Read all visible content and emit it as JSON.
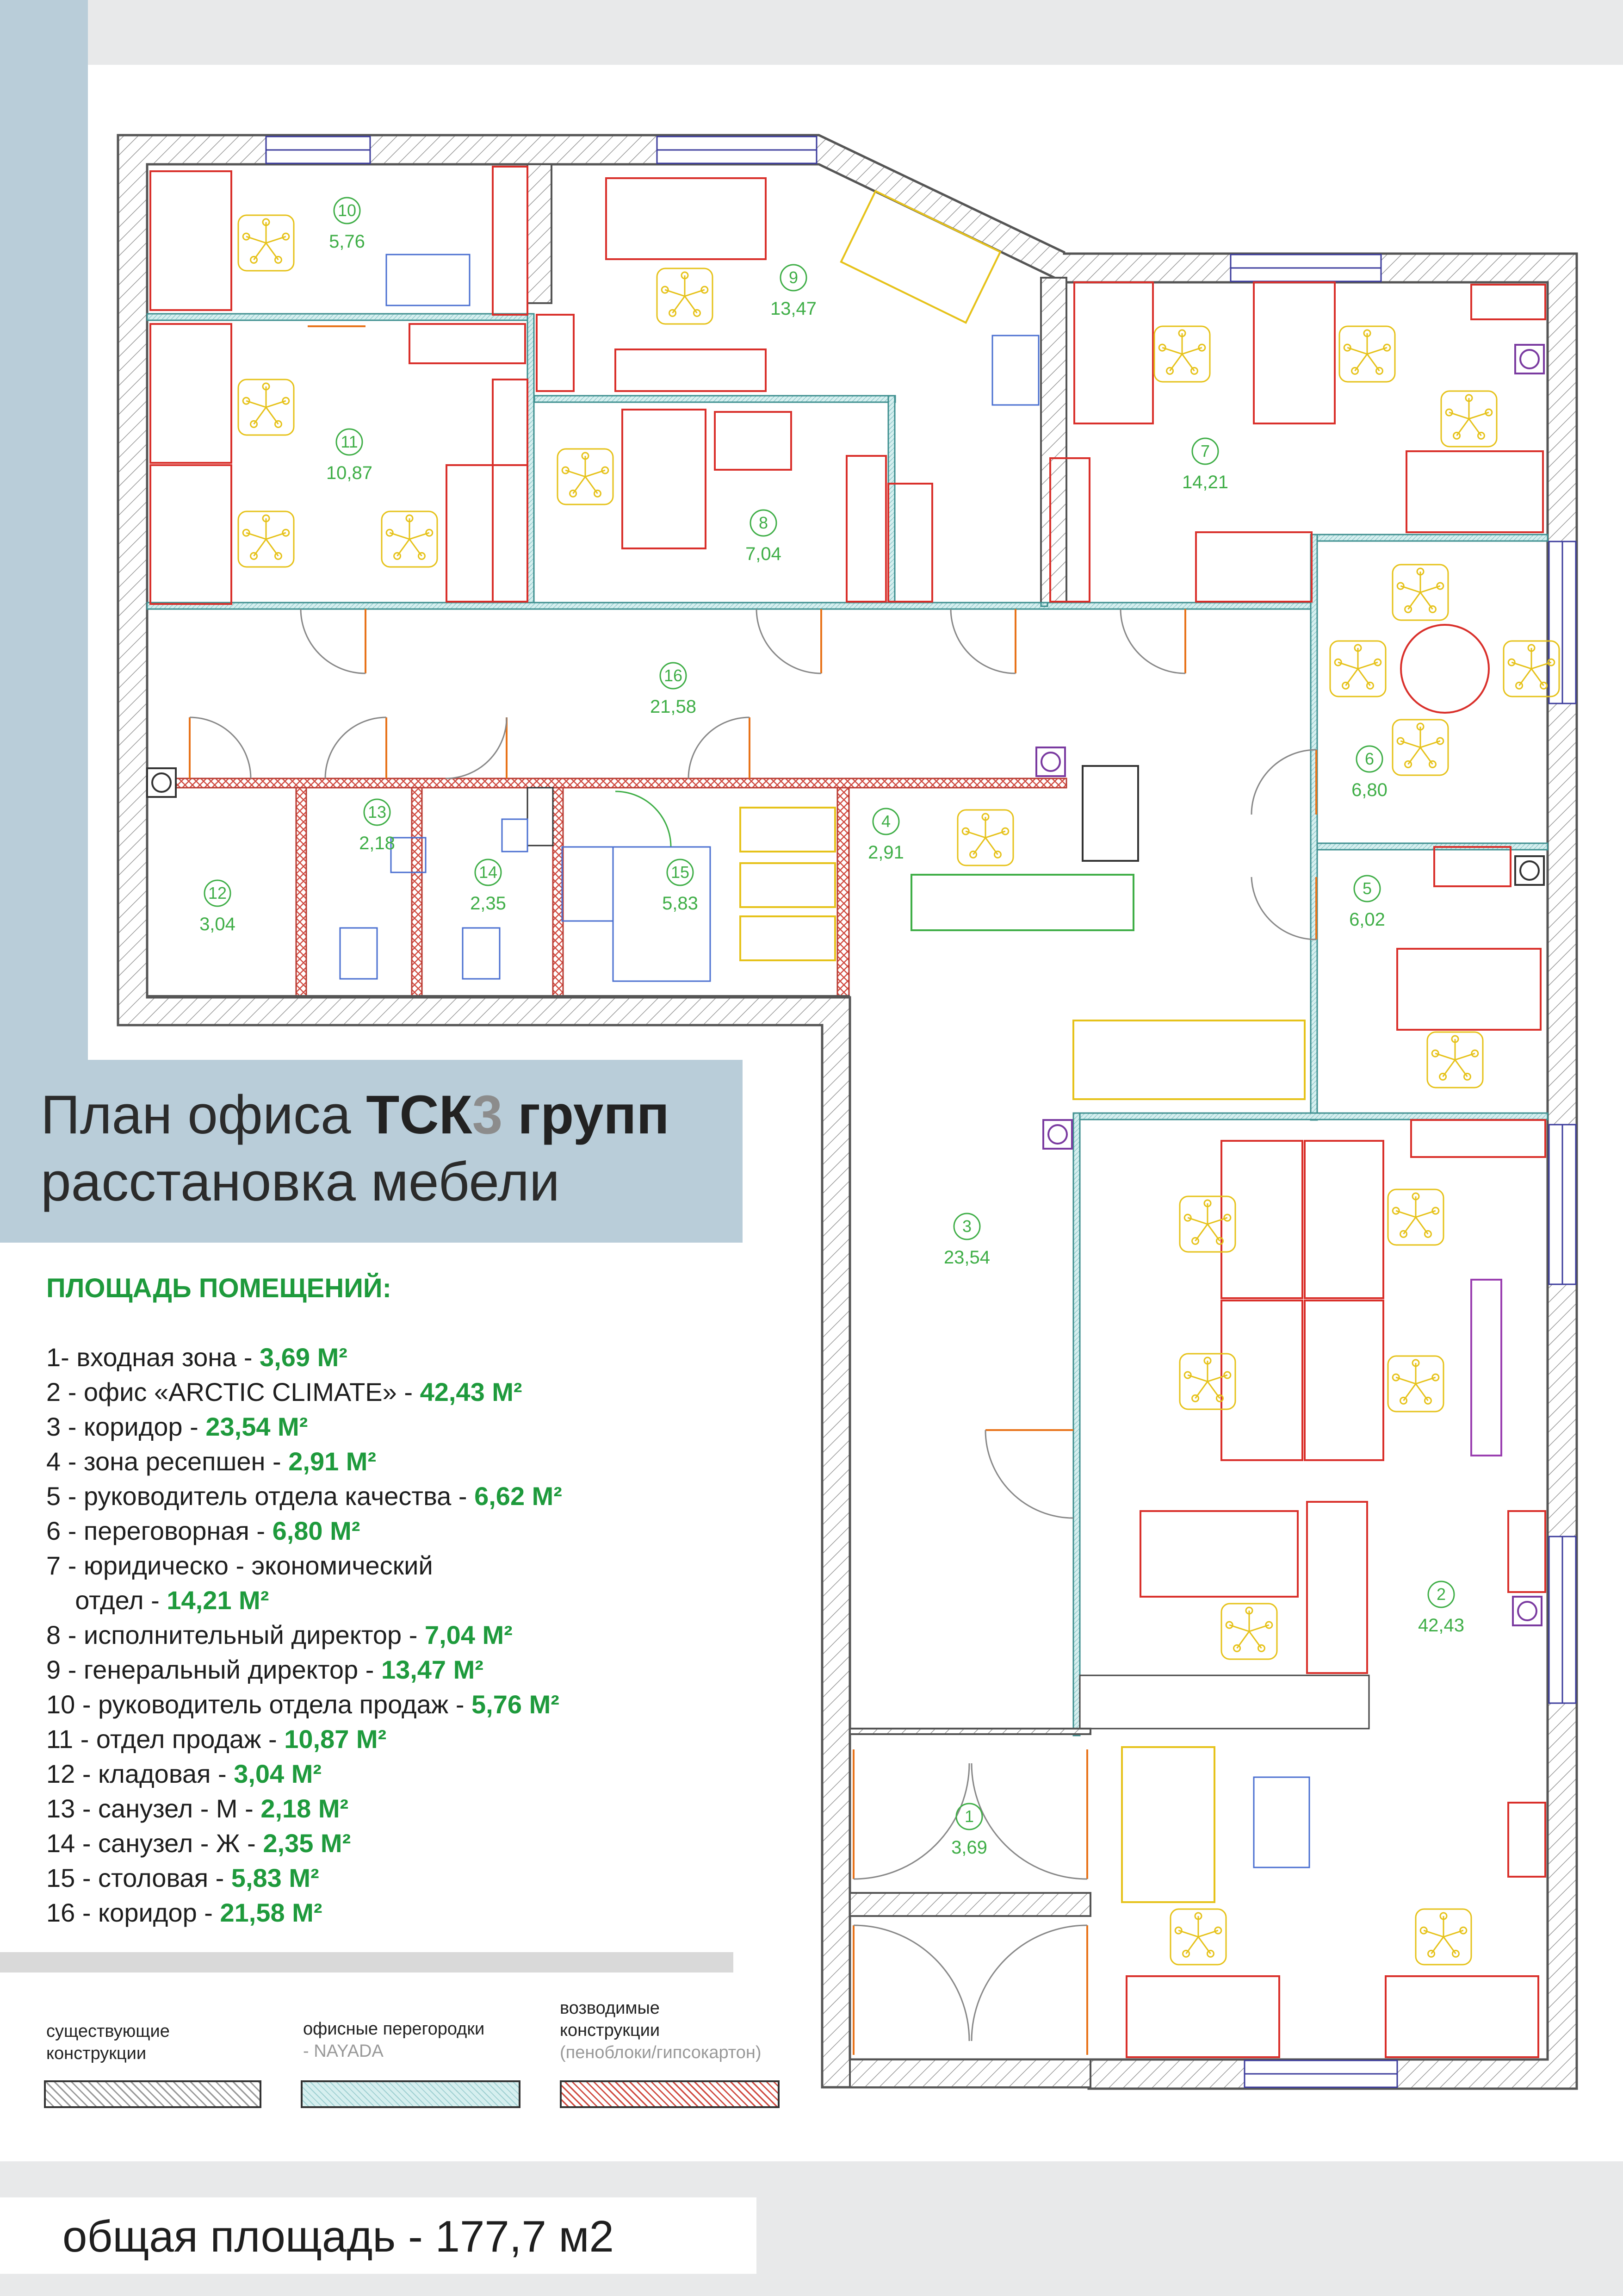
{
  "title": {
    "line1_prefix": "План офиса ",
    "brand": "ТСК",
    "brand_digit": "3",
    "brand_suffix": " групп",
    "line2": "расстановка мебели"
  },
  "areas_heading": "ПЛОЩАДЬ ПОМЕЩЕНИЙ:",
  "areas": [
    {
      "label": "1- входная зона - ",
      "value": "3,69 М²"
    },
    {
      "label": "2 - офис «ARCTIC CLIMATE» - ",
      "value": "42,43 М²"
    },
    {
      "label": "3 - коридор - ",
      "value": "23,54 М²"
    },
    {
      "label": "4 - зона ресепшен - ",
      "value": "2,91 М²"
    },
    {
      "label": "5 - руководитель отдела качества - ",
      "value": "6,62 М²"
    },
    {
      "label": "6 - переговорная - ",
      "value": "6,80 М²"
    },
    {
      "label": "7 - юридическо - экономический",
      "value": ""
    },
    {
      "label": "    отдел - ",
      "value": "14,21 М²"
    },
    {
      "label": "8 - исполнительный директор - ",
      "value": "7,04 М²"
    },
    {
      "label": "9 - генеральный директор - ",
      "value": "13,47 М²"
    },
    {
      "label": "10 - руководитель отдела продаж - ",
      "value": "5,76 М²"
    },
    {
      "label": "11 - отдел продаж - ",
      "value": "10,87 М²"
    },
    {
      "label": "12 - кладовая - ",
      "value": "3,04 М²"
    },
    {
      "label": "13 - санузел - М - ",
      "value": "2,18 М²"
    },
    {
      "label": "14 - санузел - Ж - ",
      "value": "2,35 М²"
    },
    {
      "label": "15 - столовая - ",
      "value": "5,83 М²"
    },
    {
      "label": "16 - коридор - ",
      "value": "21,58 М²"
    }
  ],
  "legend": {
    "existing": [
      "существующие",
      "конструкции"
    ],
    "partitions": [
      "офисные перегородки",
      "- NAYADA"
    ],
    "new": [
      "возводимые",
      "конструкции",
      "(пеноблоки/гипсокартон)"
    ]
  },
  "total": "общая площадь - 177,7 м2",
  "rooms": [
    {
      "num": "1",
      "area": "3,69"
    },
    {
      "num": "2",
      "area": "42,43"
    },
    {
      "num": "3",
      "area": "23,54"
    },
    {
      "num": "4",
      "area": "2,91"
    },
    {
      "num": "5",
      "area": "6,02"
    },
    {
      "num": "6",
      "area": "6,80"
    },
    {
      "num": "7",
      "area": "14,21"
    },
    {
      "num": "8",
      "area": "7,04"
    },
    {
      "num": "9",
      "area": "13,47"
    },
    {
      "num": "10",
      "area": "5,76"
    },
    {
      "num": "11",
      "area": "10,87"
    },
    {
      "num": "12",
      "area": "3,04"
    },
    {
      "num": "13",
      "area": "2,18"
    },
    {
      "num": "14",
      "area": "2,35"
    },
    {
      "num": "15",
      "area": "5,83"
    },
    {
      "num": "16",
      "area": "21,58"
    }
  ],
  "colors": {
    "bluegray": "#b9cdd9",
    "green": "#1e9a3c",
    "room_label": "#3fae47",
    "furniture_red": "#d9302b",
    "chair_yellow": "#e6c21a",
    "desk_blue": "#4a6fd0",
    "partition": "#7fc9c9",
    "door": "#e8731a"
  }
}
